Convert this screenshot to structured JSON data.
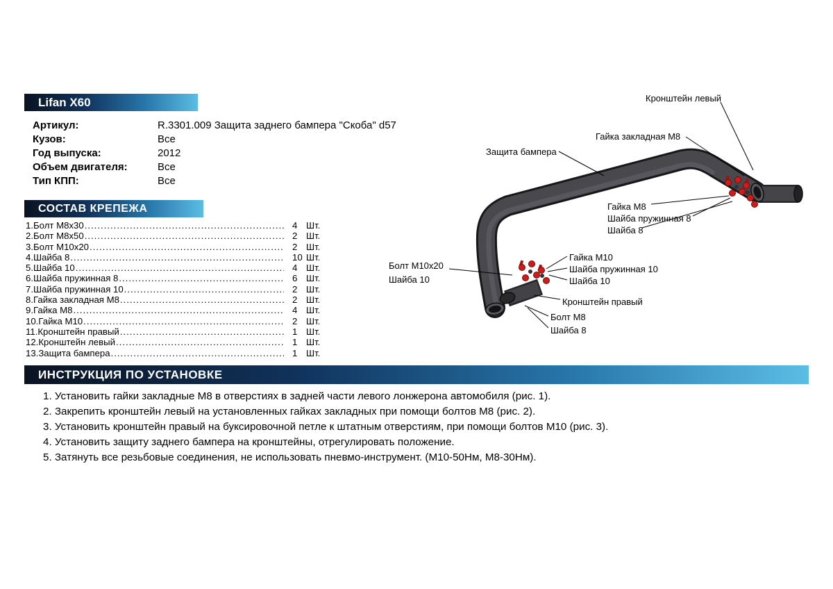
{
  "header": {
    "model": "Lifan X60"
  },
  "specs": {
    "rows": [
      {
        "label": "Артикул:",
        "value": "R.3301.009 Защита заднего бампера \"Скоба\" d57"
      },
      {
        "label": "Кузов:",
        "value": "Все"
      },
      {
        "label": "Год выпуска:",
        "value": "2012"
      },
      {
        "label": "Объем двигателя:",
        "value": "Все"
      },
      {
        "label": "Тип КПП:",
        "value": "Все"
      }
    ]
  },
  "hardware": {
    "title": "СОСТАВ КРЕПЕЖА",
    "unit": "Шт.",
    "items": [
      {
        "name": "1.Болт М8х30",
        "qty": "4"
      },
      {
        "name": "2.Болт М8х50",
        "qty": "2"
      },
      {
        "name": "3.Болт М10х20",
        "qty": "2"
      },
      {
        "name": "4.Шайба 8",
        "qty": "10"
      },
      {
        "name": "5.Шайба 10",
        "qty": "4"
      },
      {
        "name": "6.Шайба пружинная 8",
        "qty": "6"
      },
      {
        "name": "7.Шайба пружинная 10",
        "qty": "2"
      },
      {
        "name": "8.Гайка закладная М8",
        "qty": "2"
      },
      {
        "name": "9.Гайка М8",
        "qty": "4"
      },
      {
        "name": "10.Гайка М10",
        "qty": "2"
      },
      {
        "name": "11.Кронштейн правый",
        "qty": "1"
      },
      {
        "name": "12.Кронштейн левый",
        "qty": "1"
      },
      {
        "name": "13.Защита бампера",
        "qty": "1"
      }
    ]
  },
  "diagram": {
    "labels": [
      {
        "text": "Кронштейн левый"
      },
      {
        "text": "Гайка закладная М8"
      },
      {
        "text": "Защита бампера"
      },
      {
        "text": "Гайка М8"
      },
      {
        "text": "Шайба пружинная 8"
      },
      {
        "text": "Шайба 8"
      },
      {
        "text": "Болт М10х20"
      },
      {
        "text": "Шайба 10"
      },
      {
        "text": "Гайка М10"
      },
      {
        "text": "Шайба пружинная 10"
      },
      {
        "text": "Шайба 10"
      },
      {
        "text": "Кронштейн правый"
      },
      {
        "text": "Болт М8"
      },
      {
        "text": "Шайба 8"
      }
    ]
  },
  "instructions": {
    "title": "ИНСТРУКЦИЯ ПО УСТАНОВКЕ",
    "steps": [
      "1. Установить гайки закладные М8 в отверстиях в задней части левого лонжерона автомобиля (рис. 1).",
      "2. Закрепить кронштейн левый на установленных гайках закладных при помощи болтов М8 (рис. 2).",
      "3. Установить кронштейн правый на буксировочной петле к штатным отверстиям, при помощи болтов М10 (рис. 3).",
      "4. Установить защиту заднего бампера на кронштейны, отрегулировать положение.",
      "5. Затянуть все резьбовые соединения, не использовать пневмо-инструмент. (М10-50Нм, М8-30Нм)."
    ]
  },
  "colors": {
    "bar_dark": "#0a1322",
    "bar_light": "#5cbde4",
    "fastener_red": "#d01b1b",
    "tube_gray": "#49494d"
  }
}
